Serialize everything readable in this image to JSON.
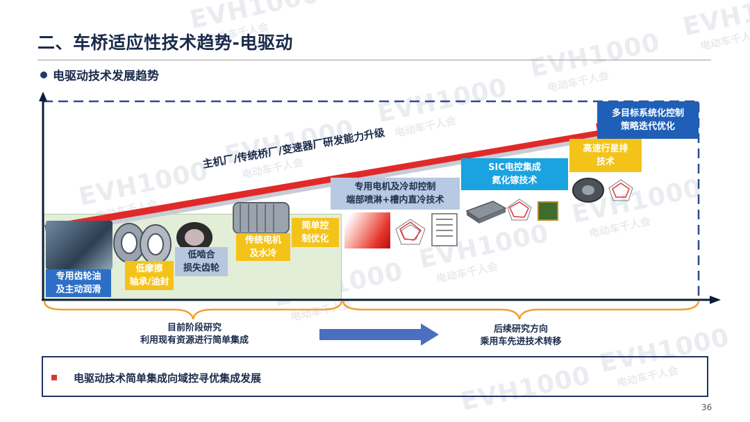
{
  "title": "二、车桥适应性技术趋势-电驱动",
  "subtitle": "电驱动技术发展趋势",
  "watermark": {
    "brand": "EVH1000",
    "tagline": "电动车千人会"
  },
  "trend_arrow_label": "主机厂/传统桥厂/变速器厂研发能力升级",
  "stages": [
    {
      "label": "专用齿轮油\n及主动润滑",
      "style": "blue"
    },
    {
      "label": "低摩擦\n轴承/油封",
      "style": "yellow"
    },
    {
      "label": "低啮合\n损失齿轮",
      "style": "gray"
    },
    {
      "label": "传统电机\n及水冷",
      "style": "yellow"
    },
    {
      "label": "简单控\n制优化",
      "style": "yellow"
    },
    {
      "label": "专用电机及冷却控制\n端部喷淋+槽内直冷技术",
      "style": "lblue"
    },
    {
      "label": "SIC电控集成\n氮化镓技术",
      "style": "cyan"
    },
    {
      "label": "高速行星排\n技术",
      "style": "yellow"
    },
    {
      "label": "多目标系统化控制\n策略迭代优化",
      "style": "navy"
    }
  ],
  "phase_current": {
    "line1": "目前阶段研究",
    "line2": "利用现有资源进行简单集成"
  },
  "phase_future": {
    "line1": "后续研究方向",
    "line2": "乘用车先进技术转移"
  },
  "conclusion": "电驱动技术简单集成向域控寻优集成发展",
  "page_number": "36",
  "colors": {
    "navy": "#1f3264",
    "blue": "#2e6fc6",
    "yellow": "#f4c31a",
    "red": "#e02a2a",
    "orange": "#f0a030",
    "green_bg": "#e2eed8"
  }
}
